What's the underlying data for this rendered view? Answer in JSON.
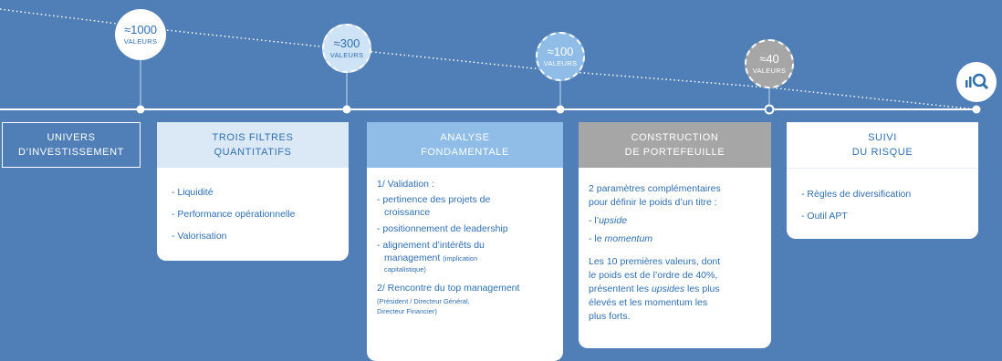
{
  "bubbles": [
    {
      "number": "≈1000",
      "unit": "VALEURS"
    },
    {
      "number": "≈300",
      "unit": "VALEURS"
    },
    {
      "number": "≈100",
      "unit": "VALEURS"
    },
    {
      "number": "≈40",
      "unit": "VALEURS"
    }
  ],
  "univers": {
    "line1": "UNIVERS",
    "line2": "D’INVESTISSEMENT"
  },
  "filtres": {
    "title1": "TROIS FILTRES",
    "title2": "QUANTITATIFS",
    "items": [
      "- Liquidité",
      "- Performance opérationnelle",
      "- Valorisation"
    ]
  },
  "analyse": {
    "title1": "ANALYSE",
    "title2": "FONDAMENTALE",
    "validation": "1/ Validation :",
    "v1a": "- pertinence des projets  de",
    "v1b": "croissance",
    "v2": "- positionnement de leadership",
    "v3a": "- alignement d’intérêts du",
    "v3b": "management",
    "v3c": "(implication",
    "v3d": "capitalistique)",
    "rencontre": "2/ Rencontre du top management",
    "r1": "(Président / Directeur Général,",
    "r2": "Directeur Financier)"
  },
  "construction": {
    "title1": "CONSTRUCTION",
    "title2": "DE PORTEFEUILLE",
    "intro1": "2 paramètres complémentaires",
    "intro2": "pour définir le poids d’un titre :",
    "p1_prefix": "- l’",
    "p1_em": "upside",
    "p2_prefix": "- le ",
    "p2_em": "momentum",
    "para1": "Les 10 premières valeurs, dont",
    "para2": "le poids est de l’ordre de 40%,",
    "para3_pre": "présentent les ",
    "para3_em": "upsides",
    "para3_post": " les plus",
    "para4": "élevés et les momentum les",
    "para5": "plus forts."
  },
  "suivi": {
    "title1": "SUIVI",
    "title2": "DU RISQUE",
    "items": [
      "- Règles de diversification",
      "- Outil APT"
    ]
  },
  "icon": "analysis-magnifier-icon",
  "colors": {
    "background": "#4f7fb6",
    "text_blue": "#2f6fb0",
    "accent_blue": "#8fbde8",
    "grey": "#a6a6a6"
  }
}
